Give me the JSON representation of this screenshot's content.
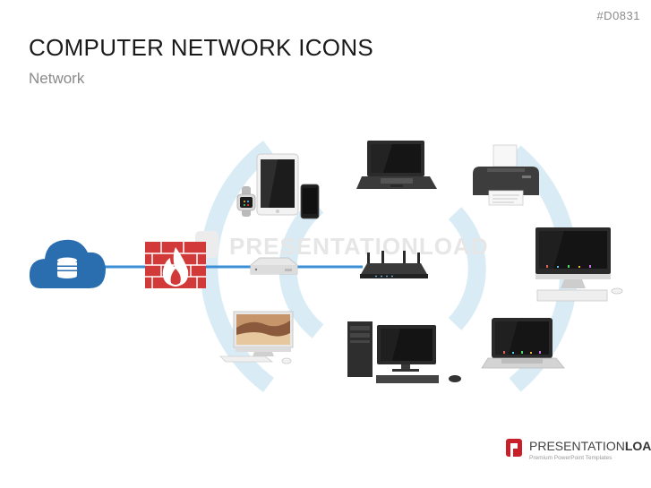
{
  "code": "#D0831",
  "title": "COMPUTER NETWORK ICONS",
  "subtitle": "Network",
  "watermark": "PRESENTATIONLOAD",
  "logo": {
    "name_regular": "PRESENTATION",
    "name_bold": "LOAD",
    "tagline": "Premium PowerPoint Templates"
  },
  "colors": {
    "cloud": "#2a6eb0",
    "link": "#3a8fd6",
    "wifi_arcs": "#d9ecf5",
    "firewall": "#d23a3a",
    "screen": "#1c1c1c",
    "logo_red": "#c8202a"
  },
  "nodes": [
    "cloud-database-icon",
    "firewall-icon",
    "switch-icon",
    "router-icon",
    "mobile-devices-icon",
    "all-in-one-computer-icon",
    "laptop-icon",
    "printer-icon",
    "desktop-monitor-icon",
    "tower-pc-icon",
    "macbook-icon"
  ]
}
